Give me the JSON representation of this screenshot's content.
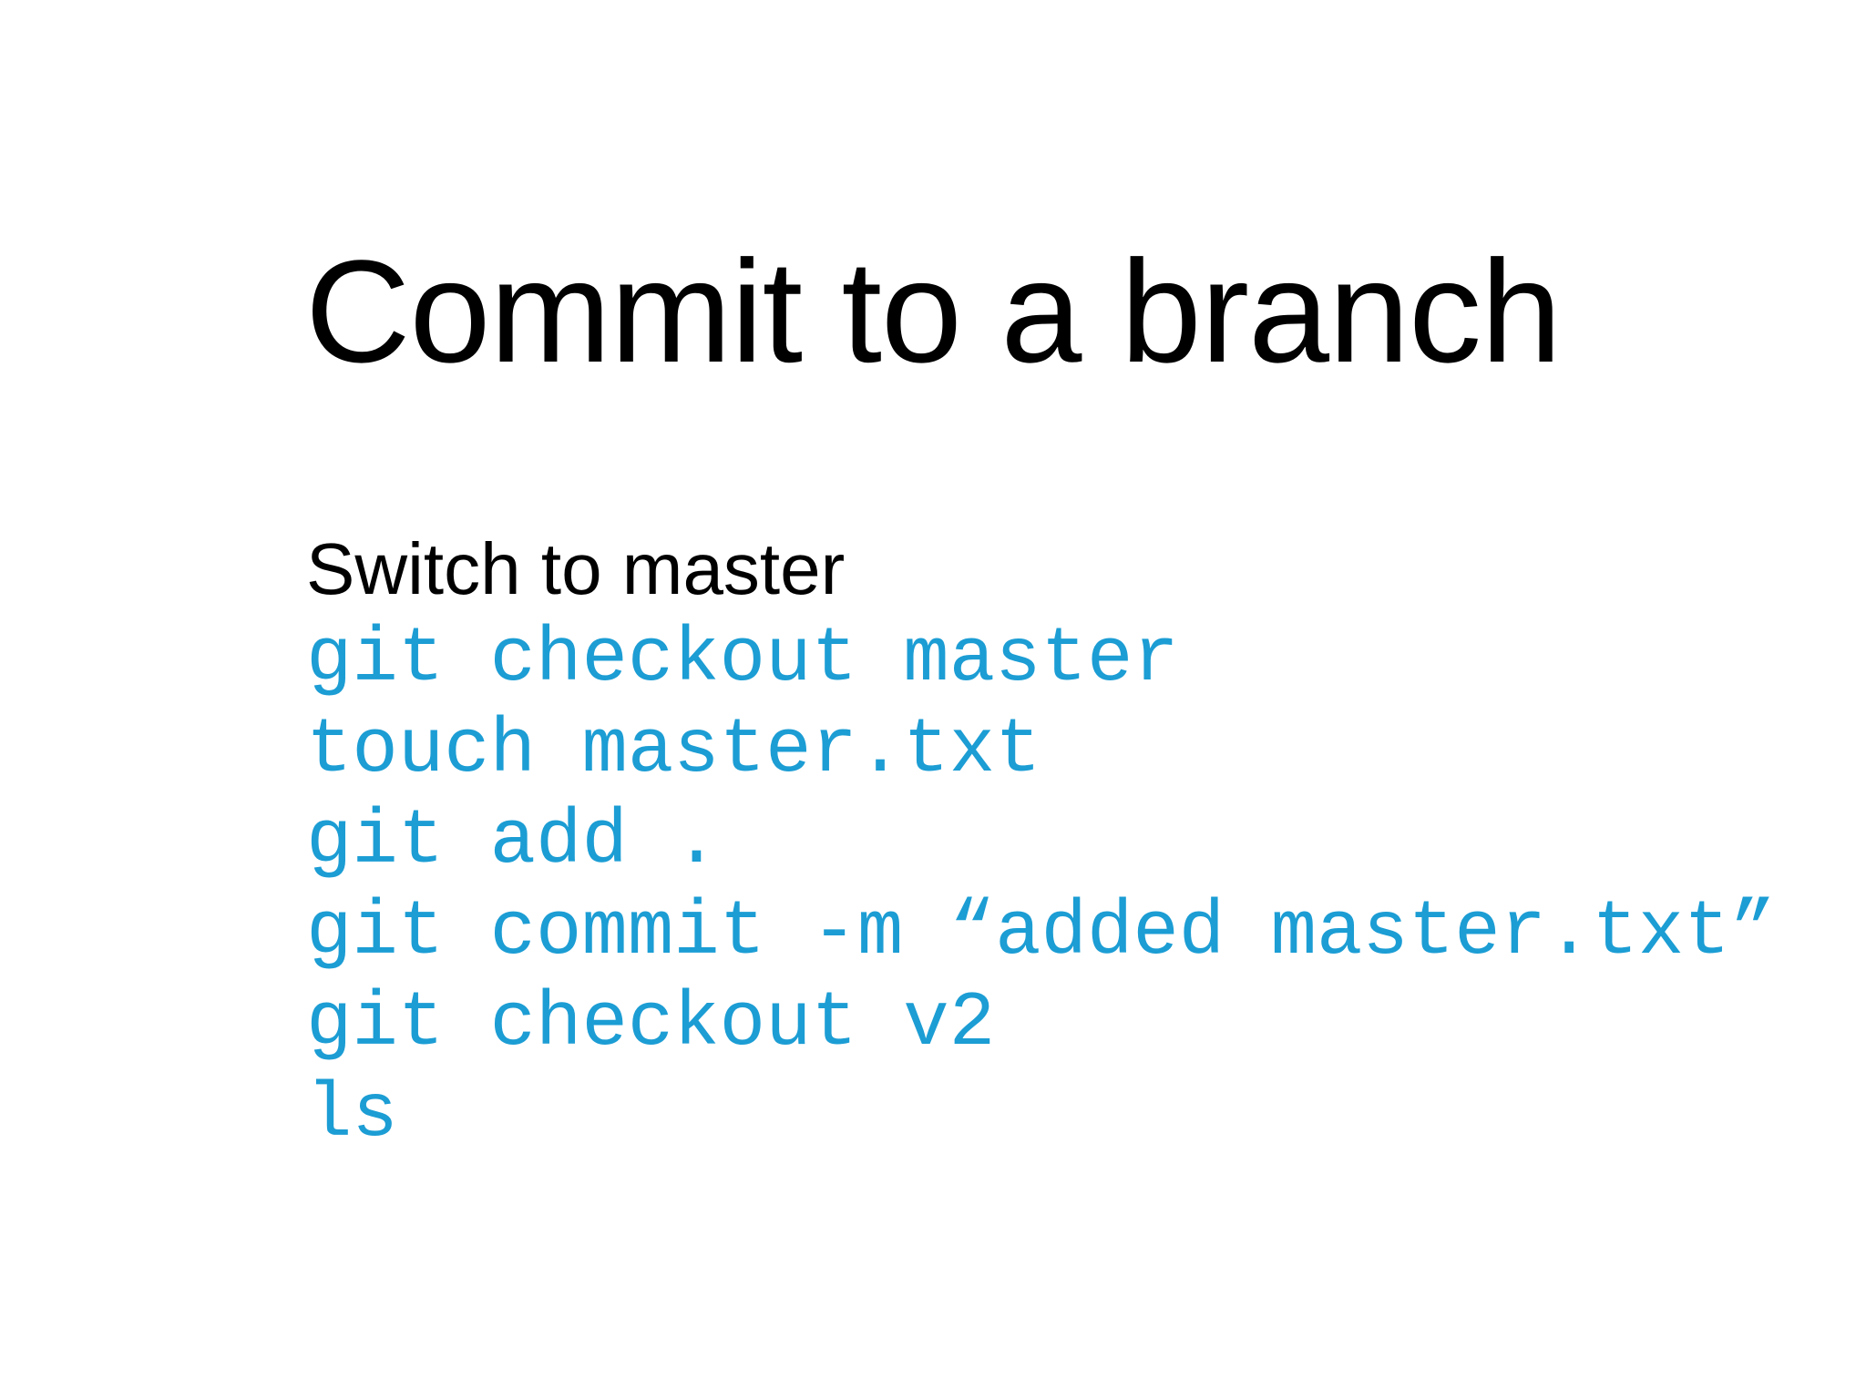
{
  "slide": {
    "title": "Commit to a branch",
    "body": {
      "intro": "Switch to master",
      "code_lines": [
        "git checkout master",
        "touch master.txt",
        "git add .",
        "git commit -m “added master.txt”",
        "git checkout v2",
        "ls"
      ]
    },
    "colors": {
      "background": "#ffffff",
      "title_text": "#000000",
      "intro_text": "#000000",
      "code_text": "#1c9dd4"
    }
  }
}
